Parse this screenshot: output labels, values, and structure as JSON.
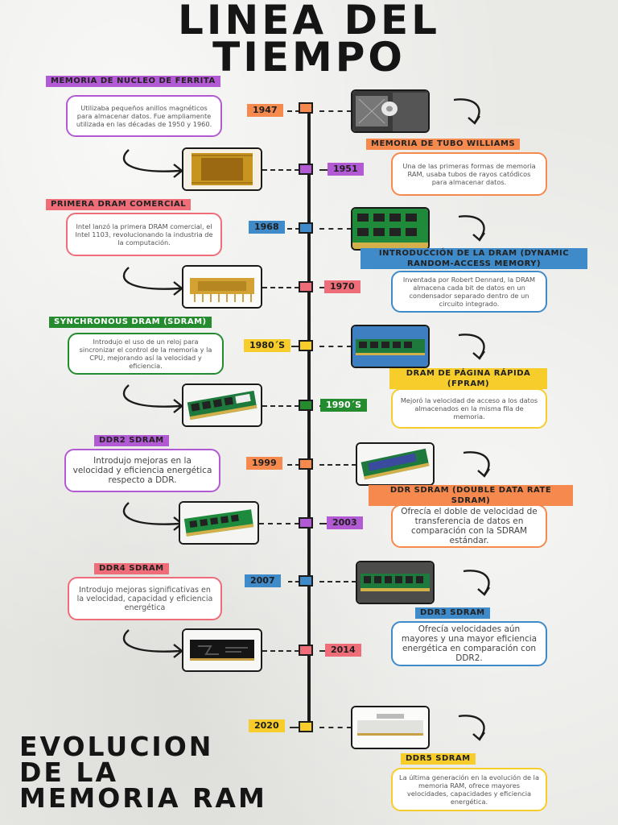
{
  "header": {
    "title_line1": "LINEA DEL",
    "title_line2": "TIEMPO"
  },
  "footer": {
    "line1": "EVOLUCION",
    "line2": "DE LA",
    "line3": "MEMORIA RAM"
  },
  "colors": {
    "orange": "#f5894e",
    "purple": "#b25ad3",
    "blue": "#3f8ac8",
    "red": "#ef6d78",
    "yellow": "#f7cd2b",
    "green": "#248b2e",
    "axis": "#1c1c1c"
  },
  "events": [
    {
      "year": "1947",
      "title": "MEMORIA DE NUCLEO DE FERRITA",
      "description": "Utilizaba pequeños anillos magnéticos para almacenar datos. Fue ampliamente utilizada en las décadas de 1950 y 1960.",
      "image": "magnetic-core-memory-photo"
    },
    {
      "year": "1951",
      "title": "MEMORIA DE TUBO WILLIAMS",
      "description": "Una de las primeras formas de memoria RAM, usaba tubos de rayos catódicos para almacenar datos.",
      "image": "williams-tube-chip-photo"
    },
    {
      "year": "1968",
      "title": "PRIMERA DRAM COMERCIAL",
      "description": "Intel lanzó la primera DRAM comercial, el Intel 1103, revolucionando la industria de la computación.",
      "image": "dram-board-photo"
    },
    {
      "year": "1970",
      "title": "INTRODUCCIÓN DE LA DRAM (DYNAMIC RANDOM-ACCESS MEMORY)",
      "description": "Inventada por Robert Dennard, la DRAM almacena cada bit de datos en un condensador separado dentro de un circuito integrado.",
      "image": "intel-1103-chip-photo"
    },
    {
      "year": "1980´S",
      "title": "SYNCHRONOUS DRAM (SDRAM)",
      "description": "Introdujo el uso de un reloj para sincronizar el control de la memoria y la CPU, mejorando así la velocidad y eficiencia.",
      "image": "sdram-module-photo"
    },
    {
      "year": "1990´S",
      "title": "DRAM DE PÁGINA RÁPIDA (FPRAM)",
      "description": "Mejoró la velocidad de acceso a los datos almacenados en la misma fila de memoria.",
      "image": "fpram-module-photo"
    },
    {
      "year": "1999",
      "title": "DDR2 SDRAM",
      "description": "Introdujo mejoras en la velocidad y eficiencia energética respecto a DDR.",
      "image": "ddr-module-photo"
    },
    {
      "year": "2003",
      "title": "DDR SDRAM (DOUBLE DATA RATE SDRAM)",
      "description": "Ofrecía el doble de velocidad de transferencia de datos en comparación con la SDRAM estándar.",
      "image": "ddr2-module-photo"
    },
    {
      "year": "2007",
      "title": "DDR4 SDRAM",
      "description": "Introdujo mejoras significativas en la velocidad, capacidad y eficiencia energética",
      "image": "ddr3-module-photo"
    },
    {
      "year": "2014",
      "title": "DDR3 SDRAM",
      "description": "Ofrecía velocidades aún mayores y una mayor eficiencia energética en comparación con DDR2.",
      "image": "fury-ddr4-module-photo"
    },
    {
      "year": "2020",
      "title": "DDR5 SDRAM",
      "description": "La última generación en la evolución de la memoria RAM, ofrece mayores velocidades, capacidades y eficiencia energética.",
      "image": "ddr5-module-photo"
    }
  ]
}
